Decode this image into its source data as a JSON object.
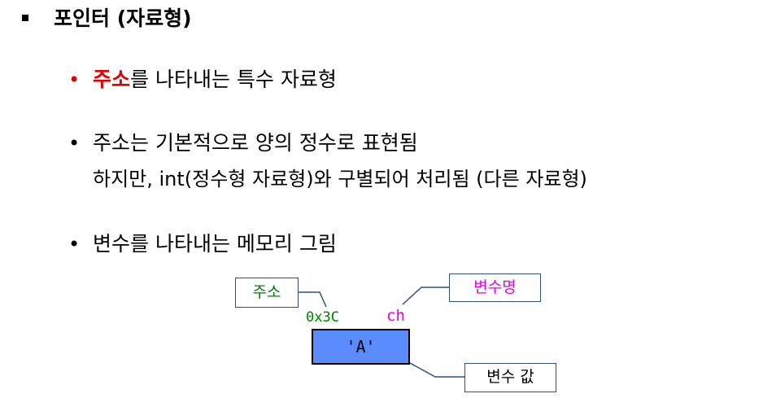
{
  "heading": "포인터 (자료형)",
  "bullets": {
    "b1": {
      "bullet": "•",
      "emph": "주소",
      "rest": "를 나타내는  특수 자료형"
    },
    "b2": {
      "bullet": "•",
      "line1": "주소는 기본적으로 양의 정수로 표현됨",
      "line2": "하지만, int(정수형 자료형)와 구별되어 처리됨 (다른 자료형)"
    },
    "b3": {
      "bullet": "•",
      "text": "변수를 나타내는 메모리 그림"
    }
  },
  "diagram": {
    "address_label": "주소",
    "address_value": "0x3C",
    "name_label": "변수명",
    "name_value": "ch",
    "value_label": "변수 값",
    "value": "'A'"
  },
  "colors": {
    "emphasis": "#e00000",
    "address_green": "#008000",
    "name_magenta": "#e000e0",
    "var_box_fill": "#5b8cff",
    "label_border": "#2f4f7f"
  }
}
